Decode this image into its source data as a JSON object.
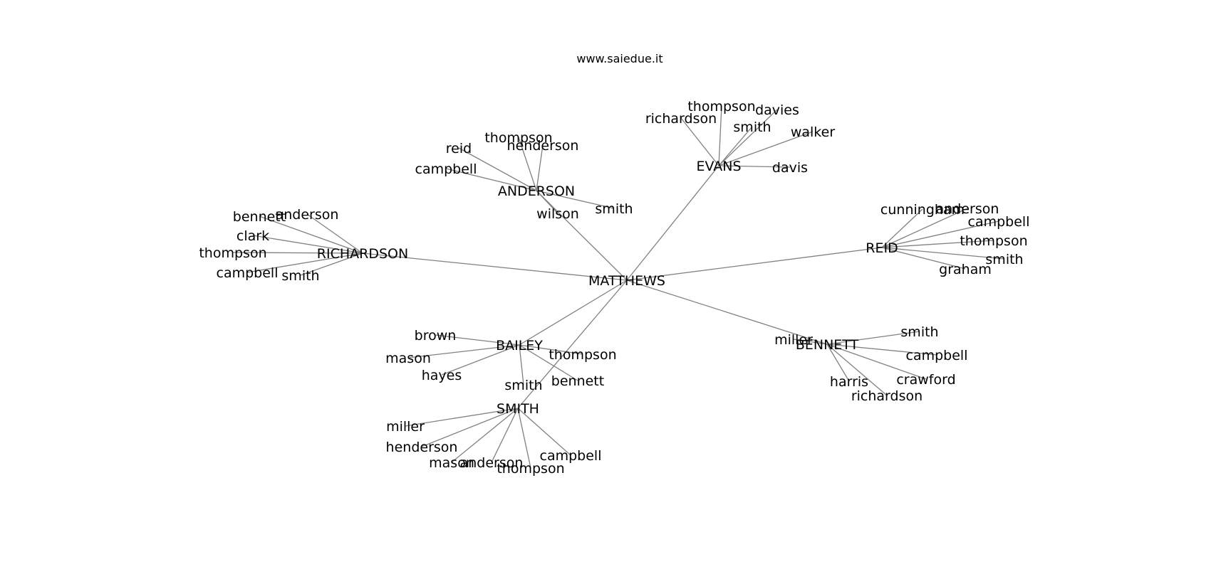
{
  "header": {
    "site": "www.saiedue.it"
  },
  "graph": {
    "root": {
      "label": "MATTHEWS"
    },
    "clusters": [
      {
        "label": "ANDERSON",
        "children": [
          "thompson",
          "henderson",
          "reid",
          "campbell",
          "smith",
          "wilson"
        ]
      },
      {
        "label": "EVANS",
        "children": [
          "thompson",
          "davies",
          "richardson",
          "smith",
          "walker",
          "davis"
        ]
      },
      {
        "label": "REID",
        "children": [
          "cunningham",
          "anderson",
          "campbell",
          "thompson",
          "smith",
          "graham"
        ]
      },
      {
        "label": "RICHARDSON",
        "children": [
          "bennett",
          "anderson",
          "clark",
          "thompson",
          "campbell",
          "smith"
        ]
      },
      {
        "label": "BAILEY",
        "children": [
          "brown",
          "mason",
          "hayes",
          "smith",
          "thompson",
          "bennett"
        ]
      },
      {
        "label": "SMITH",
        "children": [
          "miller",
          "henderson",
          "mason",
          "anderson",
          "thompson",
          "campbell"
        ]
      },
      {
        "label": "BENNETT",
        "children": [
          "miller",
          "smith",
          "campbell",
          "crawford",
          "harris",
          "richardson"
        ]
      }
    ]
  }
}
